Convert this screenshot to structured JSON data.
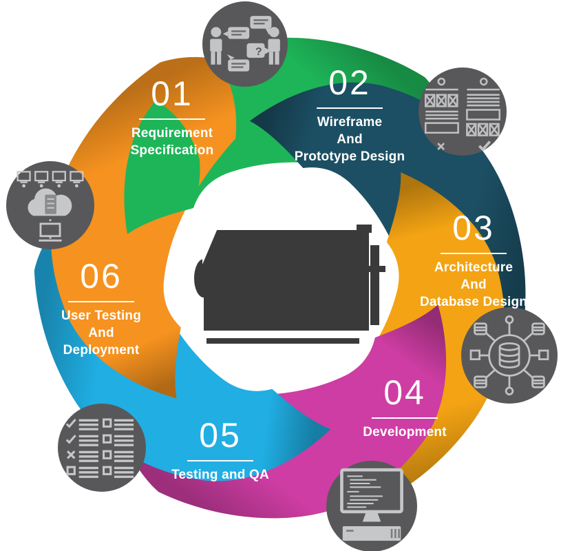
{
  "figure": {
    "type": "software-development-lifecycle-cycle-diagram",
    "background": "#ffffff",
    "center": {
      "illegible_text_blob": true,
      "visible_fragment": "t",
      "blob_color": "#3a3a3a"
    },
    "icon_style": {
      "circle_color": "#58585a",
      "glyph_color": "#c3c4c6"
    },
    "steps": [
      {
        "number": "01",
        "lines": [
          "Requirement",
          "Specification"
        ],
        "color": "#1eb558",
        "icon": "discussion-icon"
      },
      {
        "number": "02",
        "lines": [
          "Wireframe",
          "And",
          "Prototype Design"
        ],
        "color": "#1c4f63",
        "icon": "wireframe-icon"
      },
      {
        "number": "03",
        "lines": [
          "Architecture",
          "And",
          "Database Design"
        ],
        "color": "#f3a313",
        "icon": "database-icon"
      },
      {
        "number": "04",
        "lines": [
          "Development"
        ],
        "color": "#ce3da3",
        "icon": "code-monitor-icon"
      },
      {
        "number": "05",
        "lines": [
          "Testing and QA"
        ],
        "color": "#20aee3",
        "icon": "checklist-icon"
      },
      {
        "number": "06",
        "lines": [
          "User Testing",
          "And",
          "Deployment"
        ],
        "color": "#f6921f",
        "icon": "cloud-network-icon"
      }
    ]
  }
}
